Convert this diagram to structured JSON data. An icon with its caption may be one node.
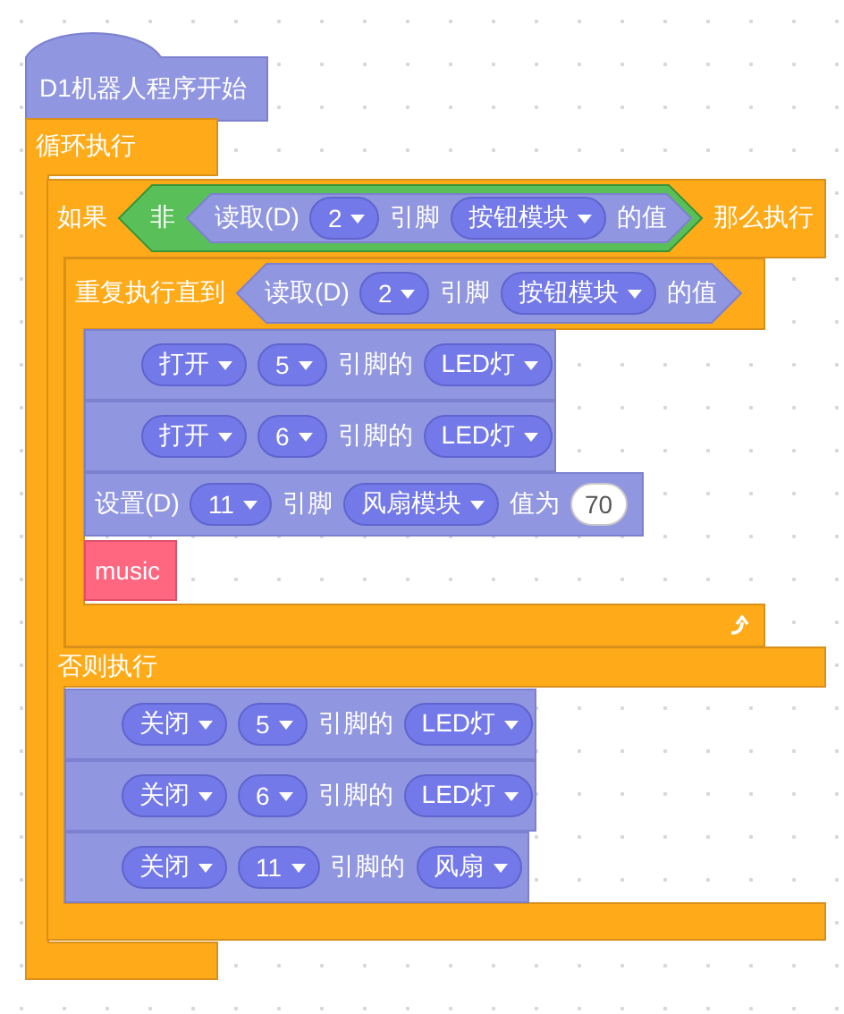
{
  "diagram": {
    "nodes": [
      {
        "text": [
          "D1机器人程序开始"
        ]
      },
      {
        "text": [
          "循环执行"
        ]
      },
      {
        "text": [
          "如果",
          "那么执行",
          "否则执行"
        ]
      },
      {
        "text": [
          "非"
        ],
        "in": 2
      },
      {
        "text": [
          "读取(D)",
          "引脚",
          "的值"
        ],
        "in": 3
      },
      {
        "text": [
          "2"
        ],
        "in": 4
      },
      {
        "text": [
          "按钮模块"
        ],
        "in": 4
      },
      {
        "text": [
          "重复执行直到"
        ],
        "in": 2
      },
      {
        "text": [
          "读取(D)",
          "引脚",
          "的值"
        ],
        "in": 7
      },
      {
        "text": [
          "2"
        ],
        "in": 8
      },
      {
        "text": [
          "按钮模块"
        ],
        "in": 8
      },
      {
        "text": [
          "引脚的"
        ],
        "in": 7
      },
      {
        "text": [
          "打开"
        ],
        "in": 11
      },
      {
        "text": [
          "5"
        ],
        "in": 11
      },
      {
        "text": [
          "LED灯"
        ],
        "in": 11
      },
      {
        "text": [
          "引脚的"
        ],
        "in": 7
      },
      {
        "text": [
          "打开"
        ],
        "in": 15
      },
      {
        "text": [
          "6"
        ],
        "in": 15
      },
      {
        "text": [
          "LED灯"
        ],
        "in": 15
      },
      {
        "text": [
          "设置(D)",
          "引脚",
          "值为"
        ],
        "in": 7
      },
      {
        "text": [
          "11"
        ],
        "in": 19
      },
      {
        "text": [
          "风扇模块"
        ],
        "in": 19
      },
      {
        "text": [
          "70"
        ],
        "in": 19
      },
      {
        "text": [
          "music"
        ],
        "in": 7
      },
      {
        "text": [
          "引脚的"
        ],
        "in": 2
      },
      {
        "text": [
          "关闭"
        ],
        "in": 24
      },
      {
        "text": [
          "5"
        ],
        "in": 24
      },
      {
        "text": [
          "LED灯"
        ],
        "in": 24
      },
      {
        "text": [
          "引脚的"
        ],
        "in": 2
      },
      {
        "text": [
          "关闭"
        ],
        "in": 28
      },
      {
        "text": [
          "6"
        ],
        "in": 28
      },
      {
        "text": [
          "LED灯"
        ],
        "in": 28
      },
      {
        "text": [
          "引脚的"
        ],
        "in": 2
      },
      {
        "text": [
          "关闭"
        ],
        "in": 32
      },
      {
        "text": [
          "11"
        ],
        "in": 32
      },
      {
        "text": [
          "风扇"
        ],
        "in": 32
      }
    ]
  }
}
